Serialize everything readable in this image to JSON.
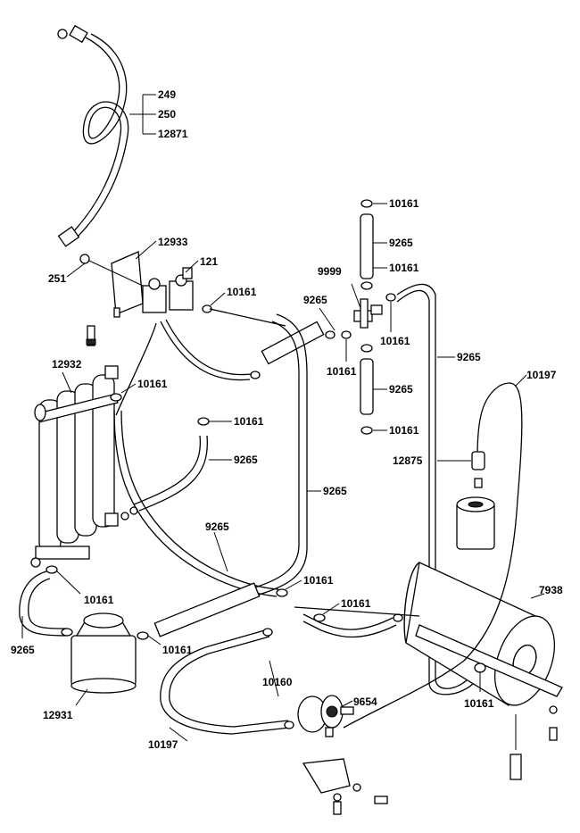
{
  "callouts": {
    "c249": "249",
    "c250": "250",
    "c12871": "12871",
    "c12933": "12933",
    "c121": "121",
    "c251": "251",
    "c10161_a": "10161",
    "c10161_top": "10161",
    "c9265_top": "9265",
    "c9999": "9999",
    "c10161_b": "10161",
    "c9265_mid": "9265",
    "c10161_c": "10161",
    "c10161_d": "10161",
    "c9265_right": "9265",
    "c10197_right": "10197",
    "c12932": "12932",
    "c10161_e": "10161",
    "c10161_f": "10161",
    "c9265_vert": "9265",
    "c10161_g": "10161",
    "c12875": "12875",
    "c9265_left": "9265",
    "c9265_long": "9265",
    "c9265_diag": "9265",
    "c10161_h": "10161",
    "c10161_i": "10161",
    "c7938": "7938",
    "c10161_j": "10161",
    "c9265_lower": "9265",
    "c10161_k": "10161",
    "c10160": "10160",
    "c12931": "12931",
    "c9654": "9654",
    "c10161_l": "10161",
    "c10197_bottom": "10197"
  },
  "icons": {
    "pump": "fuel-pump-icon",
    "filter": "fuel-filter-icon",
    "tank": "fuel-tank-icon",
    "valve": "shutoff-valve-icon"
  }
}
